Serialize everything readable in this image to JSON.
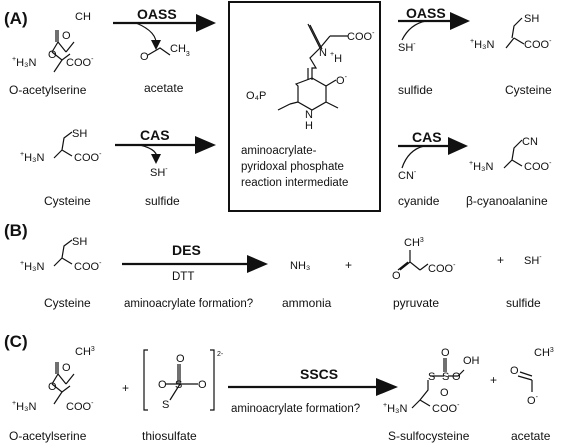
{
  "panels": {
    "a": "(A)",
    "b": "(B)",
    "c": "(C)"
  },
  "enzymes": {
    "oass": "OASS",
    "cas": "CAS",
    "des": "DES",
    "sscs": "SSCS"
  },
  "reagents": {
    "dtt": "DTT"
  },
  "notes": {
    "aminoacrylate_formation": "aminoacrylate formation?"
  },
  "intermediate": {
    "line1": "aminoacrylate-",
    "line2": "pyridoxal phosphate",
    "line3": "reaction intermediate"
  },
  "compounds": {
    "o_acetylserine": "O-acetylserine",
    "acetate": "acetate",
    "sulfide": "sulfide",
    "cysteine": "Cysteine",
    "cyanide": "cyanide",
    "beta_cyanoalanine": "β-cyanoalanine",
    "ammonia": "ammonia",
    "pyruvate": "pyruvate",
    "thiosulfate": "thiosulfate",
    "s_sulfocysteine": "S-sulfocysteine"
  },
  "formulas": {
    "coo_minus": "COO",
    "h3n_plus": "H₃N",
    "sh": "SH",
    "sh_minus": "SH",
    "ch3": "CH",
    "cn": "CN",
    "cn_minus": "CN",
    "nh3": "NH₃",
    "o4p": "O₄P",
    "plus": "+",
    "oh": "OH"
  }
}
